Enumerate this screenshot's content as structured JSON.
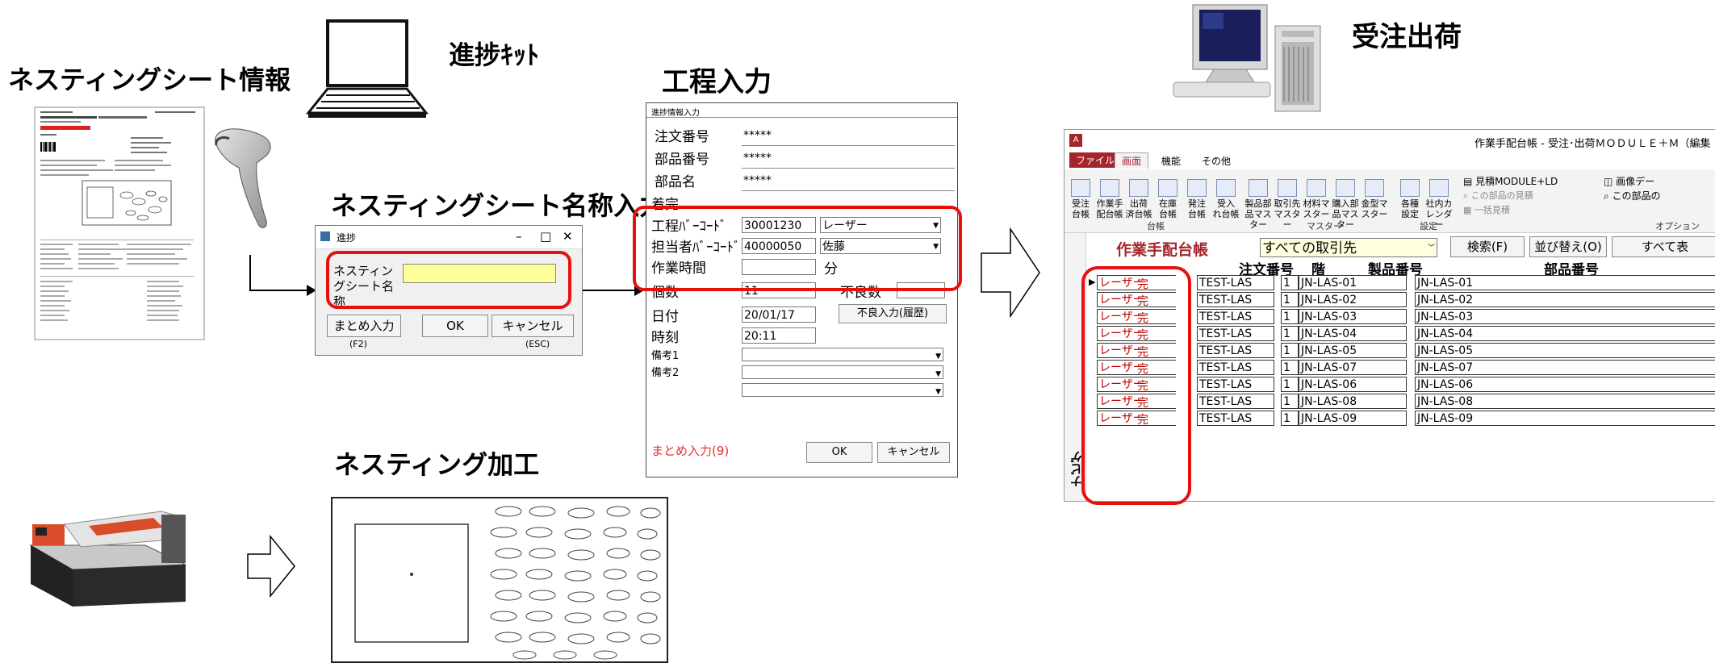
{
  "headings": {
    "nesting_info": "ネスティングシート情報",
    "progress_kit": "進捗ｷｯﾄ",
    "nesting_name_input": "ネスティングシート名称入力",
    "process_input": "工程入力",
    "order_shipping": "受注出荷",
    "nesting_processing": "ネスティング加工"
  },
  "dialog": {
    "title": "進捗",
    "field_label": "ネスティングシート名称",
    "batch_button": "まとめ入力",
    "batch_sub": "(F2)",
    "ok_button": "OK",
    "cancel_button": "キャンセル",
    "cancel_sub": "(ESC)"
  },
  "process_form": {
    "title": "進捗情報入力",
    "labels": {
      "order_no": "注文番号",
      "part_no": "部品番号",
      "part_name": "部品名",
      "completed": "着完",
      "process_barcode": "工程ﾊﾞｰｺｰﾄﾞ",
      "staff_barcode": "担当者ﾊﾞｰｺｰﾄﾞ",
      "work_time": "作業時間",
      "quantity": "個数",
      "defect_count": "不良数",
      "date": "日付",
      "time": "時刻",
      "remark1": "備考1",
      "remark2": "備考2"
    },
    "values": {
      "order_no": "*****",
      "part_no": "*****",
      "part_name": "*****",
      "process_code": "30001230",
      "process_name": "レーザー",
      "staff_code": "40000050",
      "staff_name": "佐藤",
      "work_time_unit": "分",
      "quantity": "11",
      "date": "20/01/17",
      "time": "20:11"
    },
    "defect_history_button": "不良入力(履歴)",
    "batch_link": "まとめ入力(9)",
    "ok_button": "OK",
    "cancel_button": "キャンセル"
  },
  "access": {
    "window_title": "作業手配台帳 - 受注･出荷ＭＯＤＵＬＥ＋Ｍ（編集",
    "tabs": [
      "ファイル",
      "画面",
      "機能",
      "その他"
    ],
    "ribbon_buttons": [
      "受注\n台帳",
      "作業手\n配台帳",
      "出荷\n済台帳",
      "在庫\n台帳",
      "発注\n台帳",
      "受入\nれ台帳",
      "製品部\n品マスター",
      "取引先\nマスター",
      "材料マ\nスター",
      "購入部\n品マスター",
      "金型マ\nスター",
      "各種\n設定",
      "社内カ\nレンダー"
    ],
    "ribbon_side": [
      "見積MODULE+LD",
      "この部品の見積",
      "一括見積"
    ],
    "ribbon_far": [
      "画像デー",
      "この部品の"
    ],
    "groups": [
      "台帳",
      "マスター",
      "設定",
      "オプション"
    ],
    "sheet_title": "作業手配台帳",
    "filter_value": "すべての取引先",
    "search_button": "検索(F)",
    "sort_button": "並び替え(O)",
    "all_button": "すべて表",
    "columns": {
      "order": "注文番号",
      "floor": "階",
      "product": "製品番号",
      "part": "部品番号"
    },
    "rows": [
      {
        "proc": "レーザー",
        "status": "完",
        "order": "TEST-LAS",
        "floor": "1",
        "product": "JN-LAS-01",
        "part": "JN-LAS-01"
      },
      {
        "proc": "レーザー",
        "status": "完",
        "order": "TEST-LAS",
        "floor": "1",
        "product": "JN-LAS-02",
        "part": "JN-LAS-02"
      },
      {
        "proc": "レーザー",
        "status": "完",
        "order": "TEST-LAS",
        "floor": "1",
        "product": "JN-LAS-03",
        "part": "JN-LAS-03"
      },
      {
        "proc": "レーザー",
        "status": "完",
        "order": "TEST-LAS",
        "floor": "1",
        "product": "JN-LAS-04",
        "part": "JN-LAS-04"
      },
      {
        "proc": "レーザー",
        "status": "完",
        "order": "TEST-LAS",
        "floor": "1",
        "product": "JN-LAS-05",
        "part": "JN-LAS-05"
      },
      {
        "proc": "レーザー",
        "status": "完",
        "order": "TEST-LAS",
        "floor": "1",
        "product": "JN-LAS-07",
        "part": "JN-LAS-07"
      },
      {
        "proc": "レーザー",
        "status": "完",
        "order": "TEST-LAS",
        "floor": "1",
        "product": "JN-LAS-06",
        "part": "JN-LAS-06"
      },
      {
        "proc": "レーザー",
        "status": "完",
        "order": "TEST-LAS",
        "floor": "1",
        "product": "JN-LAS-08",
        "part": "JN-LAS-08"
      },
      {
        "proc": "レーザー",
        "status": "完",
        "order": "TEST-LAS",
        "floor": "1",
        "product": "JN-LAS-09",
        "part": "JN-LAS-09"
      }
    ],
    "side_label": "ナビゲ"
  },
  "colors": {
    "highlight_red": "#e8100f",
    "field_yellow": "#ffff99",
    "access_red": "#a4262c"
  }
}
